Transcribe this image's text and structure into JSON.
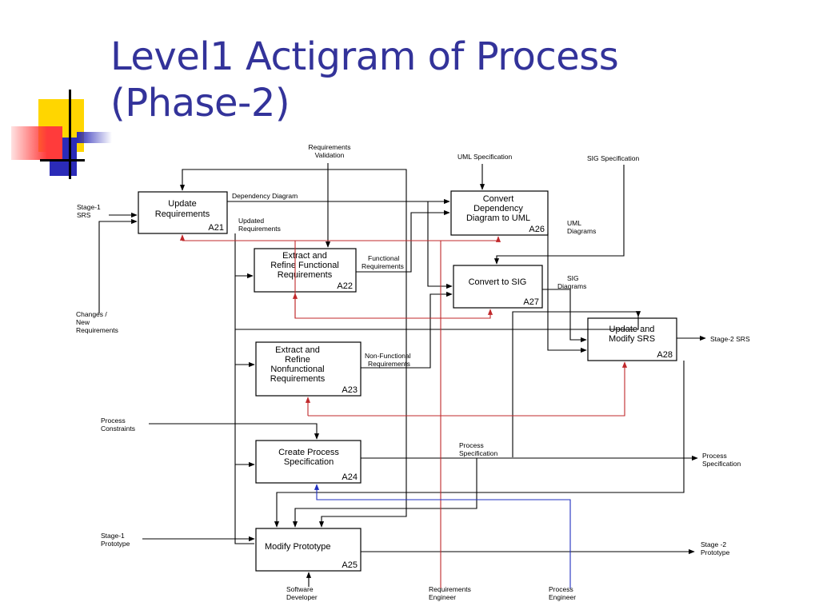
{
  "slide": {
    "title_line1": "Level1 Actigram of Process",
    "title_line2": "(Phase-2)",
    "title_color": "#33339a",
    "decoration_colors": [
      "#ffd600",
      "#2b2bb8",
      "#ff3b3b"
    ]
  },
  "activities": [
    {
      "id": "A21",
      "lines": [
        "Update",
        "Requirements"
      ]
    },
    {
      "id": "A22",
      "lines": [
        "Extract and",
        "Refine Functional",
        "Requirements"
      ]
    },
    {
      "id": "A23",
      "lines": [
        "Extract and",
        "Refine",
        "Nonfunctional",
        "Requirements"
      ]
    },
    {
      "id": "A24",
      "lines": [
        "Create Process",
        "Specification"
      ]
    },
    {
      "id": "A25",
      "lines": [
        "Modify Prototype"
      ]
    },
    {
      "id": "A26",
      "lines": [
        "Convert",
        "Dependency",
        "Diagram to UML"
      ]
    },
    {
      "id": "A27",
      "lines": [
        "Convert to SIG"
      ]
    },
    {
      "id": "A28",
      "lines": [
        "Update and",
        "Modify SRS"
      ]
    }
  ],
  "labels": {
    "stage1_srs": [
      "Stage-1",
      "SRS"
    ],
    "changes": [
      "Changes /",
      "New",
      "Requirements"
    ],
    "process_constraints": [
      "Process",
      "Constraints"
    ],
    "stage1_prototype": [
      "Stage-1",
      "Prototype"
    ],
    "req_validation": [
      "Requirements",
      "Validation"
    ],
    "dependency_diagram": [
      "Dependency Diagram"
    ],
    "updated_requirements": [
      "Updated",
      "Requirements"
    ],
    "functional_requirements": [
      "Functional",
      "Requirements"
    ],
    "nonfunctional_requirements": [
      "Non-Functional",
      "Requirements"
    ],
    "uml_specification": [
      "UML Specification"
    ],
    "sig_specification": [
      "SIG Specification"
    ],
    "uml_diagrams": [
      "UML",
      "Diagrams"
    ],
    "sig_diagrams": [
      "SIG",
      "Diagrams"
    ],
    "stage2_srs": [
      "Stage-2 SRS"
    ],
    "process_specification_mid": [
      "Process",
      "Specification"
    ],
    "process_specification_out": [
      "Process",
      "Specification"
    ],
    "stage2_prototype": [
      "Stage -2",
      "Prototype"
    ],
    "software_developer": [
      "Software",
      "Developer"
    ],
    "requirements_engineer": [
      "Requirements",
      "Engineer"
    ],
    "process_engineer": [
      "Process",
      "Engineer"
    ]
  }
}
